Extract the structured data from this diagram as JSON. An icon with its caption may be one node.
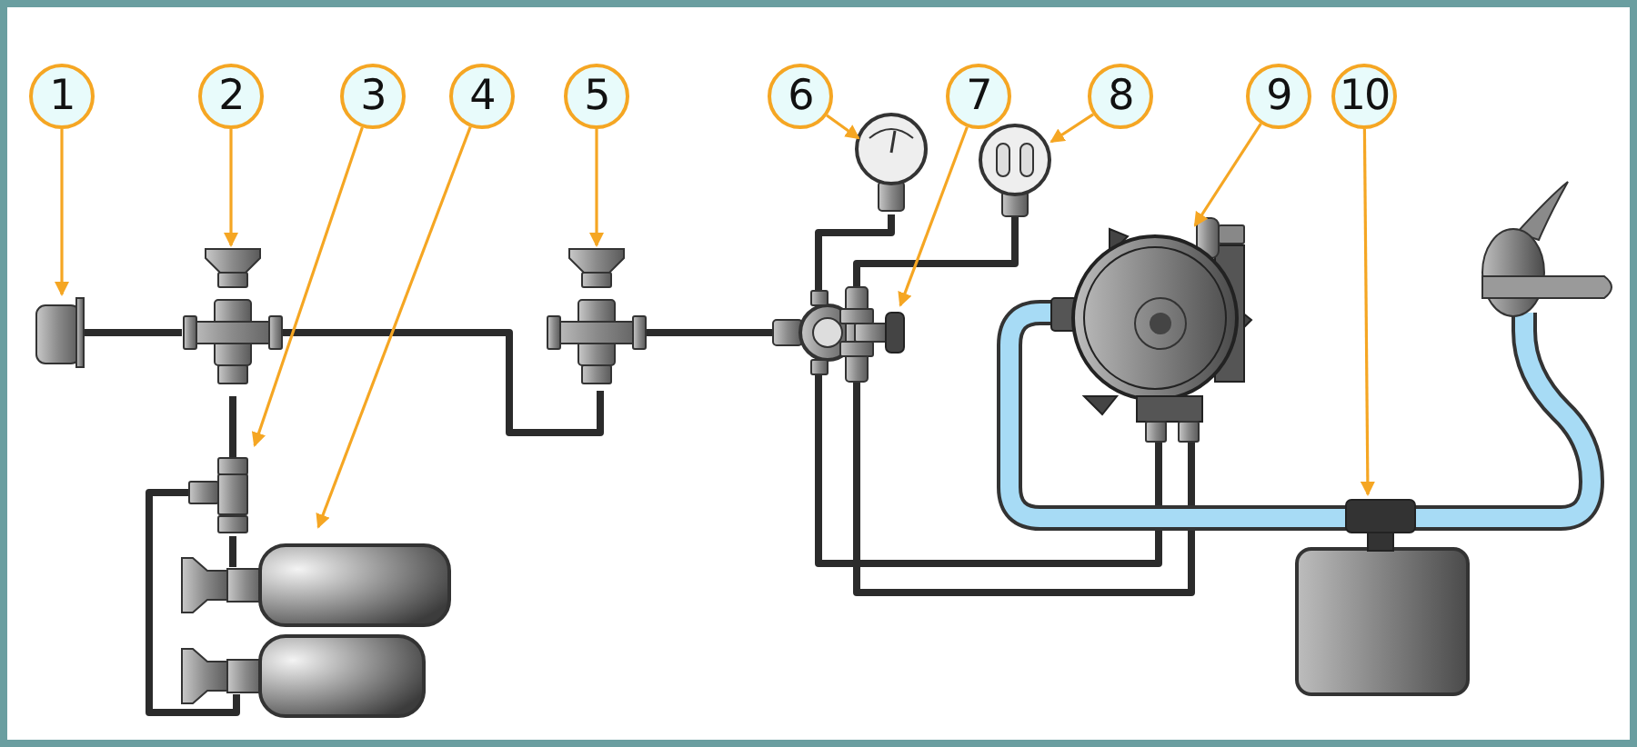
{
  "diagram": {
    "nodes": [
      {
        "text": [
          "1"
        ]
      },
      {
        "text": [
          "2"
        ]
      },
      {
        "text": [
          "3"
        ]
      },
      {
        "text": [
          "4"
        ]
      },
      {
        "text": [
          "5"
        ]
      },
      {
        "text": [
          "6"
        ]
      },
      {
        "text": [
          "7"
        ]
      },
      {
        "text": [
          "8"
        ]
      },
      {
        "text": [
          "9"
        ]
      },
      {
        "text": [
          "10"
        ]
      },
      {
        "text": [],
        "shape": "picture"
      },
      {
        "text": [],
        "shape": "picture"
      },
      {
        "text": [],
        "shape": "picture"
      },
      {
        "text": [],
        "shape": "picture"
      },
      {
        "text": [],
        "shape": "picture"
      },
      {
        "text": [],
        "shape": "picture"
      },
      {
        "text": [],
        "shape": "picture"
      },
      {
        "text": [],
        "shape": "picture"
      },
      {
        "text": [],
        "shape": "picture"
      },
      {
        "text": [],
        "shape": "box"
      }
    ],
    "edges": [
      {
        "from": 0,
        "to": 10,
        "arrow": "to"
      },
      {
        "from": 1,
        "to": 11,
        "arrow": "to"
      },
      {
        "from": 2,
        "to": 12,
        "arrow": "to"
      },
      {
        "from": 3,
        "to": 13,
        "arrow": "to"
      },
      {
        "from": 4,
        "to": 14,
        "arrow": "to"
      },
      {
        "from": 5,
        "to": 16,
        "arrow": "to"
      },
      {
        "from": 6,
        "to": 15,
        "arrow": "to"
      },
      {
        "from": 7,
        "to": 17,
        "arrow": "to"
      },
      {
        "from": 8,
        "to": 18,
        "arrow": "to"
      },
      {
        "from": 9,
        "to": 19,
        "arrow": "to"
      }
    ]
  }
}
